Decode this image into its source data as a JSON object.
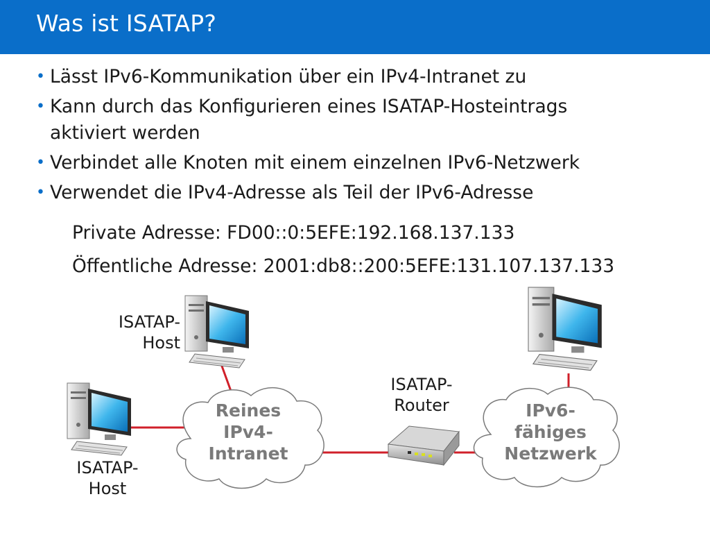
{
  "slide": {
    "title": "Was ist ISATAP?"
  },
  "bullets": [
    "Lässt IPv6-Kommunikation über ein IPv4-Intranet zu",
    "Kann durch das Konfigurieren eines ISATAP-Hosteintrags aktiviert werden",
    "Verbindet alle Knoten mit einem einzelnen IPv6-Netzwerk",
    "Verwendet die IPv4-Adresse als Teil der IPv6-Adresse"
  ],
  "sub_items": [
    "Private Adresse: FD00::0:5EFE:192.168.137.133",
    "Öffentliche Adresse: 2001:db8::200:5EFE:131.107.137.133"
  ],
  "diagram": {
    "host_top": [
      "ISATAP-",
      "Host"
    ],
    "host_left": [
      "ISATAP-",
      "Host"
    ],
    "router": [
      "ISATAP-",
      "Router"
    ],
    "cloud_ipv4": [
      "Reines",
      "IPv4-",
      "Intranet"
    ],
    "cloud_ipv6": [
      "IPv6-",
      "fähiges",
      "Netzwerk"
    ]
  },
  "colors": {
    "title_bar": "#0a6ec9",
    "link": "#d0202a",
    "bullet": "#0a6ec9"
  }
}
